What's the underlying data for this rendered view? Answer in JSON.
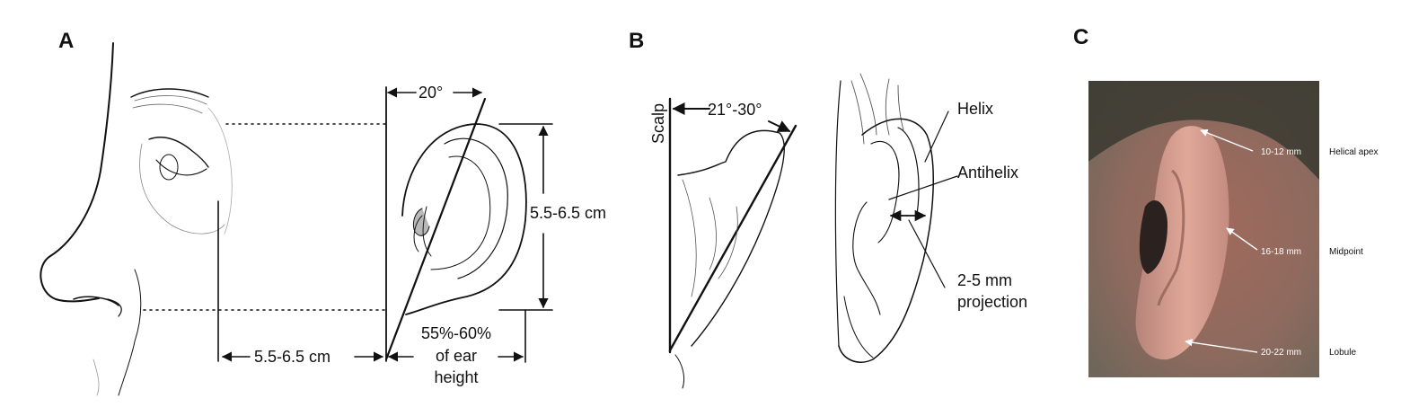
{
  "panels": {
    "a": {
      "letter": "A",
      "angle_label": "20°",
      "ear_height_label": "5.5-6.5 cm",
      "eye_to_ear_label": "5.5-6.5 cm",
      "width_label_line1": "55%-60%",
      "width_label_line2": "of ear",
      "width_label_line3": "height"
    },
    "b": {
      "letter": "B",
      "scalp_label": "Scalp",
      "angle_label": "21°-30°",
      "helix_label": "Helix",
      "antihelix_label": "Antihelix",
      "projection_label_line1": "2-5 mm",
      "projection_label_line2": "projection"
    },
    "c": {
      "letter": "C",
      "measurements": [
        {
          "value": "10-12 mm",
          "name": "Helical apex"
        },
        {
          "value": "16-18 mm",
          "name": "Midpoint"
        },
        {
          "value": "20-22 mm",
          "name": "Lobule"
        }
      ]
    }
  },
  "colors": {
    "line": "#111111",
    "dotted": "#222222",
    "skin_light": "#c99a86",
    "skin_dark": "#8a5a4c",
    "hair_dark": "#2f2f28"
  }
}
